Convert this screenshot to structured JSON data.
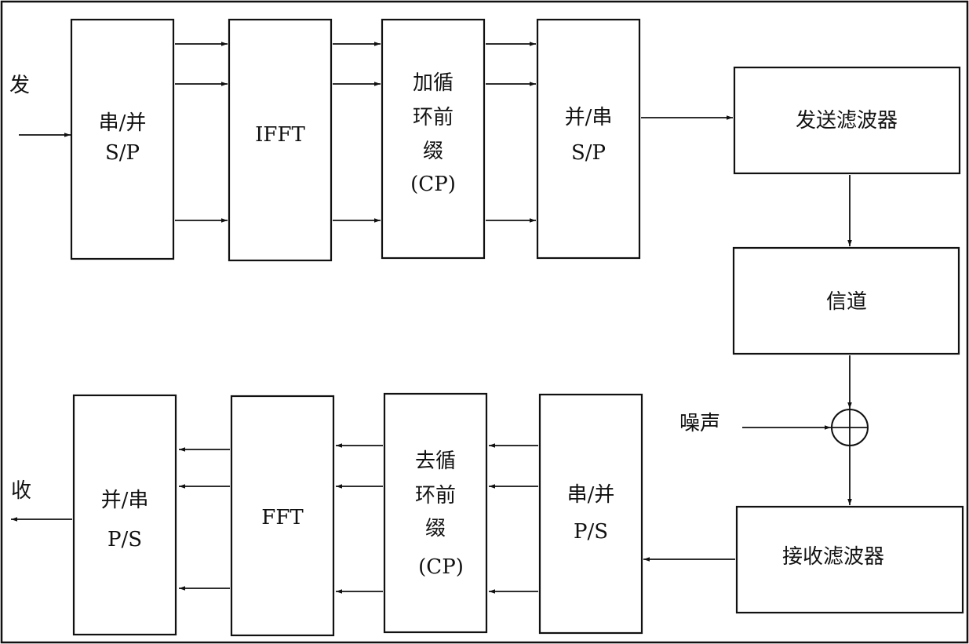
{
  "tx": {
    "input_label": "发",
    "sp_label": [
      "串/并",
      "S/P"
    ],
    "ifft_label": [
      "IFFT"
    ],
    "add_cp_label": [
      "加循",
      "环前",
      "缀",
      "(CP)"
    ],
    "ps_label": [
      "并/串",
      "S/P"
    ]
  },
  "channel": {
    "tx_filter_label": [
      "发送滤波器"
    ],
    "channel_label": [
      "信道"
    ],
    "noise_label": "噪声",
    "rx_filter_label": [
      "接收滤波器"
    ]
  },
  "rx": {
    "sp_label": [
      "串/并",
      "P/S"
    ],
    "remove_cp_label": [
      "去循",
      "环前",
      "缀",
      "(CP)"
    ],
    "fft_label": [
      "FFT"
    ],
    "ps_label": [
      "并/串",
      "P/S"
    ],
    "output_label": "收"
  }
}
